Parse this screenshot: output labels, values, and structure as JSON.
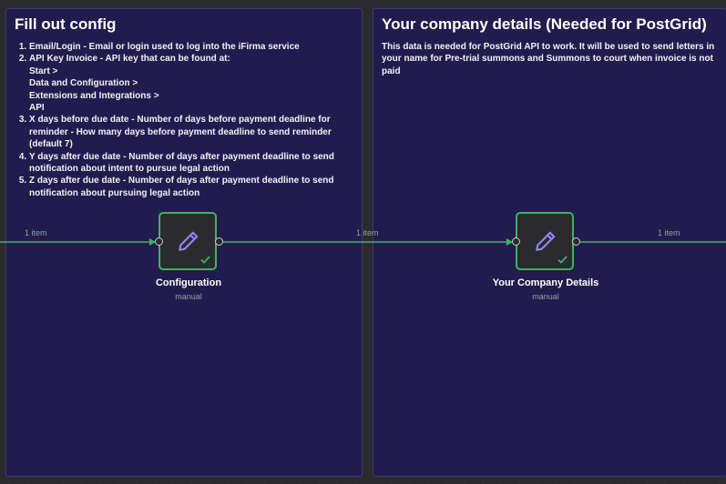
{
  "notes": {
    "config": {
      "title": "Fill out config",
      "items": [
        "Email/Login - Email or login used to log into the iFirma service",
        "API Key Invoice - API key that can be found at:",
        "X days before due date - Number of days before payment deadline for reminder - How many days before payment deadline to send reminder (default 7)",
        "Y days after due date - Number of days after payment deadline to send notification about intent to pursue legal action",
        "Z days after due date - Number of days after payment deadline to send notification about pursuing legal action"
      ],
      "api_path": [
        "Start >",
        "Data and Configuration >",
        "Extensions and Integrations >",
        "API"
      ]
    },
    "company": {
      "title": "Your company details (Needed for PostGrid)",
      "body": "This data is needed for PostGrid API to work. It will be used to send letters in your name for Pre-trial summons and Summons to court when invoice is not paid"
    }
  },
  "nodes": {
    "configuration": {
      "name": "Configuration",
      "subtitle": "manual",
      "icon": "pencil-icon",
      "status": "check-icon"
    },
    "company_details": {
      "name": "Your Company Details",
      "subtitle": "manual",
      "icon": "pencil-icon",
      "status": "check-icon"
    }
  },
  "edges": {
    "in": "1 item",
    "middle": "1 item",
    "out": "1 item"
  },
  "colors": {
    "canvas": "#2b2b2e",
    "sticky": "#221c4e",
    "edge": "#3cb464",
    "node_border": "#3cb464",
    "pencil": "#8f86f2"
  }
}
